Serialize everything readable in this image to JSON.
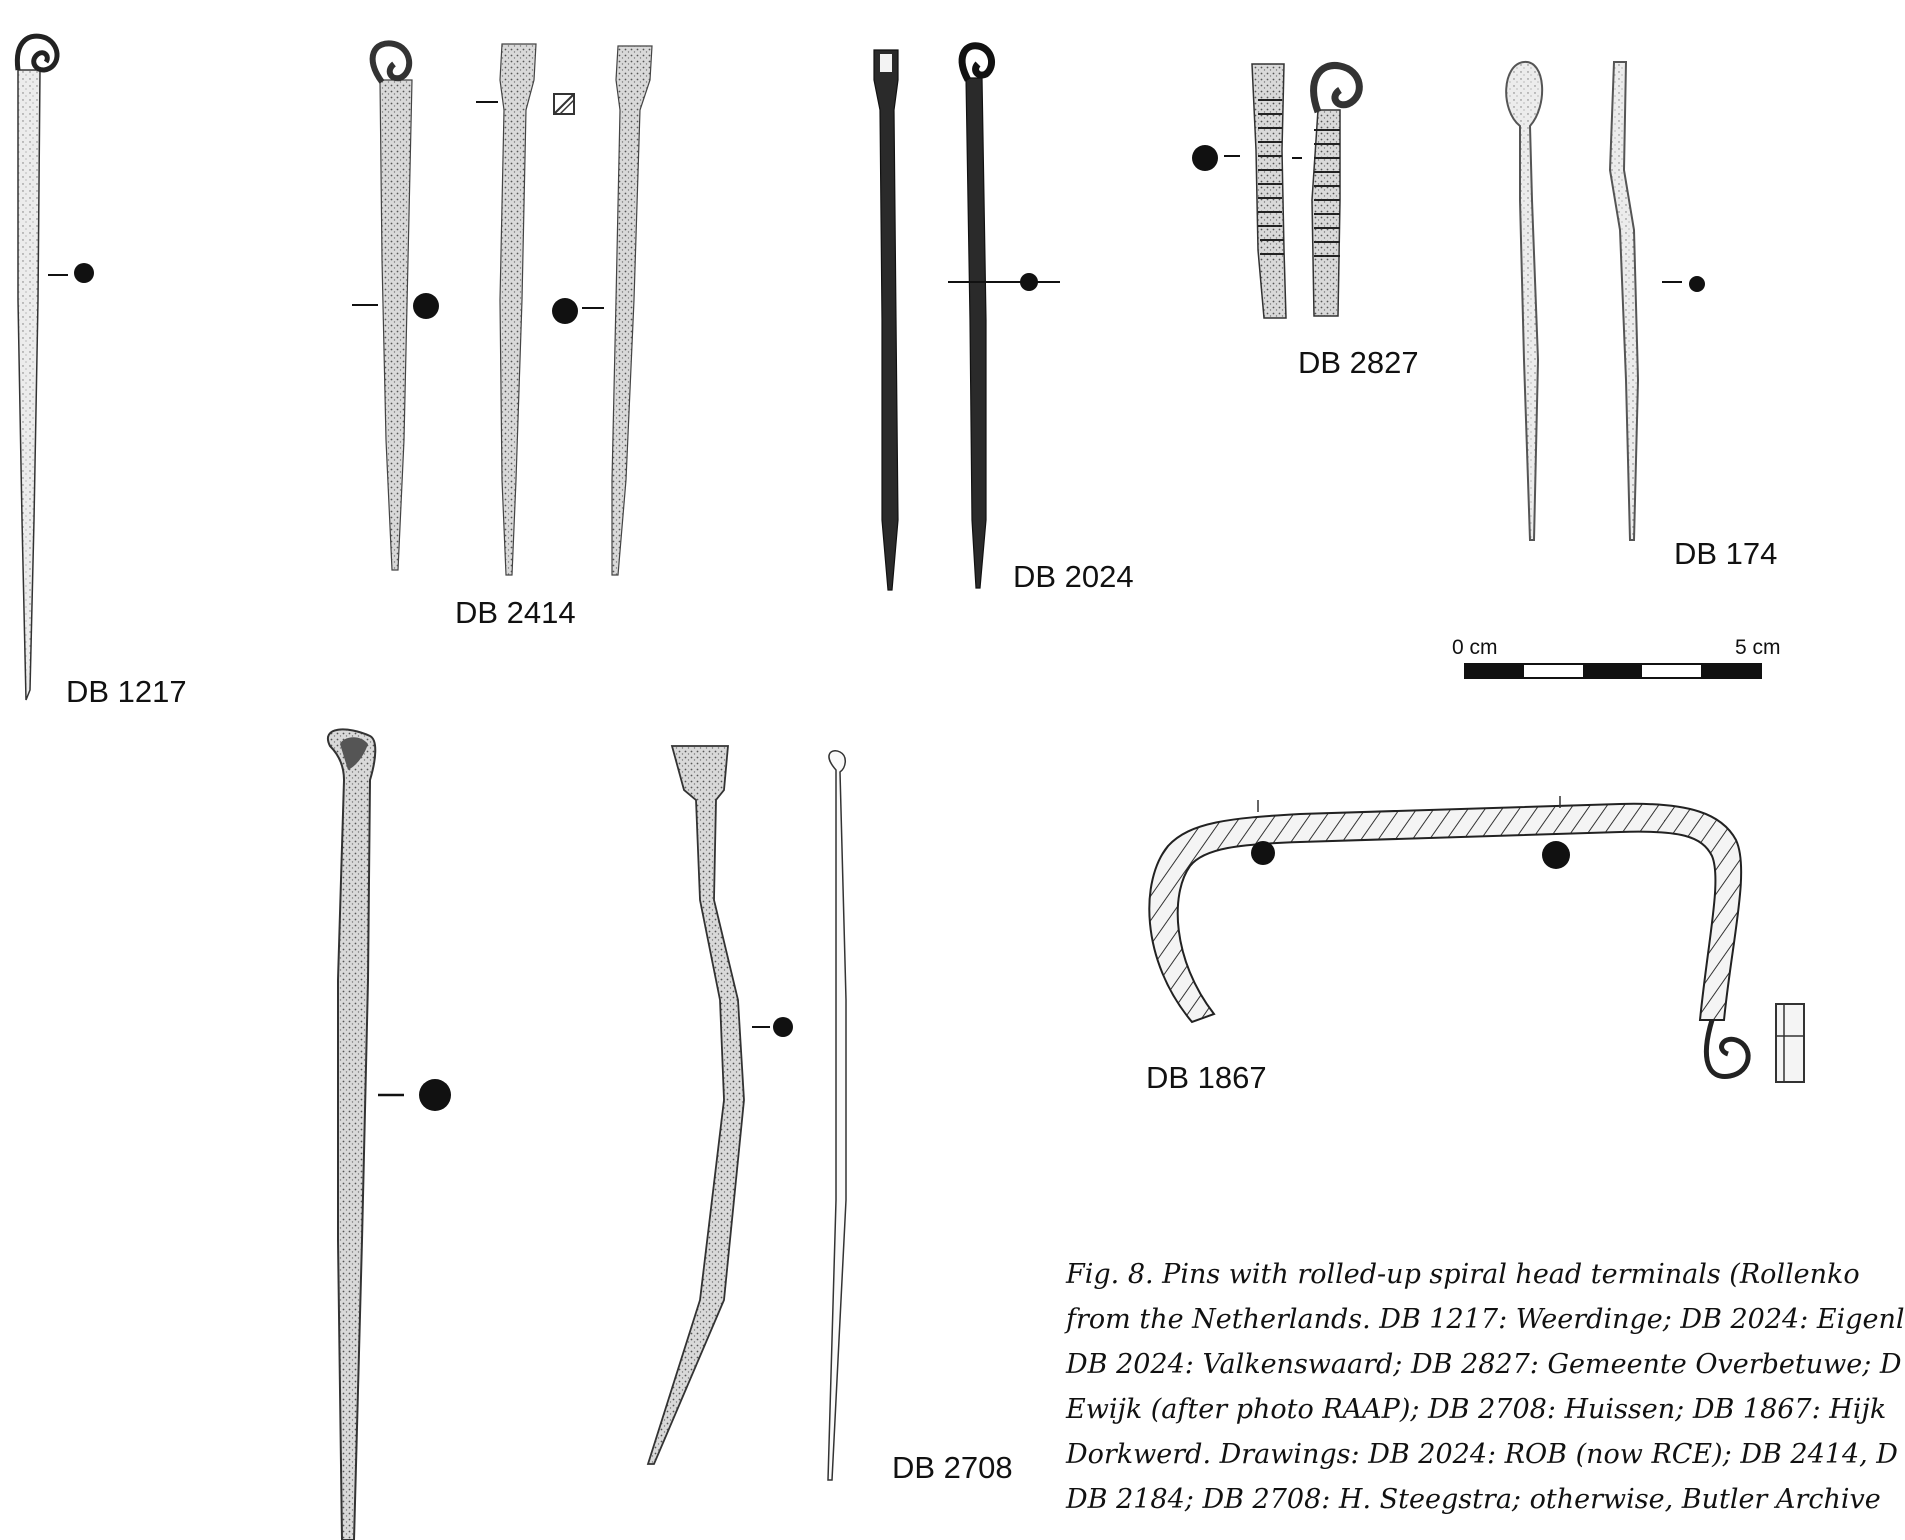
{
  "labels": {
    "db1217": "DB 1217",
    "db2414": "DB 2414",
    "db2024": "DB 2024",
    "db2827": "DB 2827",
    "db174": "DB 174",
    "db1867": "DB 1867",
    "db2708": "DB 2708"
  },
  "scale_bar": {
    "start_label": "0 cm",
    "end_label": "5 cm"
  },
  "caption": {
    "lines": [
      "Fig. 8.  Pins with rolled-up spiral head terminals (Rollenko",
      "from the Netherlands. DB 1217: Weerdinge; DB 2024: Eigenl",
      "DB 2024: Valkenswaard; DB 2827: Gemeente Overbetuwe; D",
      "Ewijk (after photo RAAP); DB 2708: Huissen; DB 1867: Hijk",
      "Dorkwerd. Drawings: DB 2024: ROB (now RCE); DB 2414, D",
      "DB 2184; DB 2708: H. Steegstra; otherwise, Butler Archive"
    ]
  },
  "colors": {
    "ink": "#111111",
    "stipple": "#8a8a8a"
  }
}
